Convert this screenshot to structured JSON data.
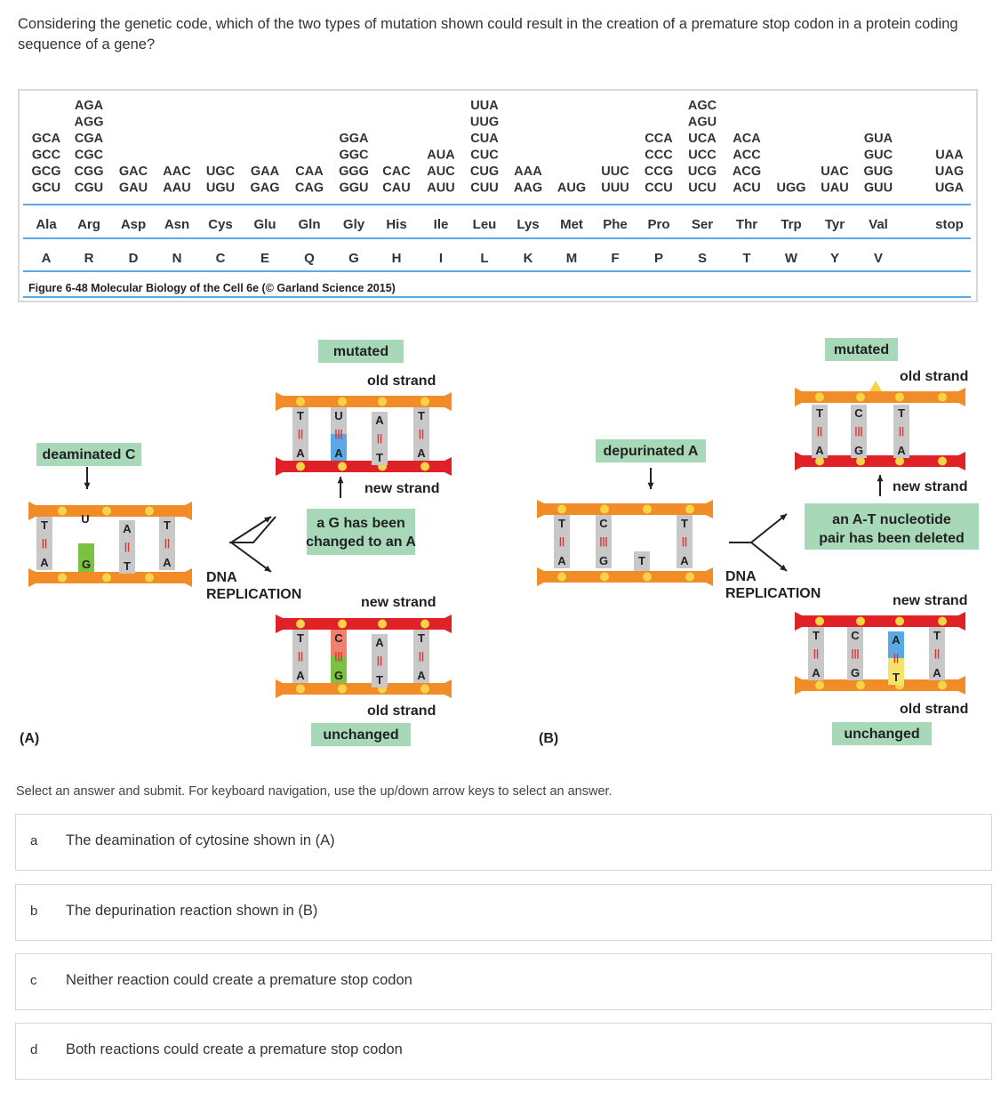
{
  "question": "Considering the genetic code, which of the two types of mutation shown could result in the creation of a premature stop codon in a protein coding sequence of a gene?",
  "codon_table": {
    "columns": [
      {
        "codons": [
          "GCA",
          "GCC",
          "GCG",
          "GCU"
        ],
        "aa": "Ala",
        "code": "A"
      },
      {
        "codons": [
          "AGA",
          "AGG",
          "CGA",
          "CGC",
          "CGG",
          "CGU"
        ],
        "aa": "Arg",
        "code": "R"
      },
      {
        "codons": [
          "GAC",
          "GAU"
        ],
        "aa": "Asp",
        "code": "D"
      },
      {
        "codons": [
          "AAC",
          "AAU"
        ],
        "aa": "Asn",
        "code": "N"
      },
      {
        "codons": [
          "UGC",
          "UGU"
        ],
        "aa": "Cys",
        "code": "C"
      },
      {
        "codons": [
          "GAA",
          "GAG"
        ],
        "aa": "Glu",
        "code": "E"
      },
      {
        "codons": [
          "CAA",
          "CAG"
        ],
        "aa": "Gln",
        "code": "Q"
      },
      {
        "codons": [
          "GGA",
          "GGC",
          "GGG",
          "GGU"
        ],
        "aa": "Gly",
        "code": "G"
      },
      {
        "codons": [
          "CAC",
          "CAU"
        ],
        "aa": "His",
        "code": "H"
      },
      {
        "codons": [
          "AUA",
          "AUC",
          "AUU"
        ],
        "aa": "Ile",
        "code": "I"
      },
      {
        "codons": [
          "UUA",
          "UUG",
          "CUA",
          "CUC",
          "CUG",
          "CUU"
        ],
        "aa": "Leu",
        "code": "L"
      },
      {
        "codons": [
          "AAA",
          "AAG"
        ],
        "aa": "Lys",
        "code": "K"
      },
      {
        "codons": [
          "AUG"
        ],
        "aa": "Met",
        "code": "M"
      },
      {
        "codons": [
          "UUC",
          "UUU"
        ],
        "aa": "Phe",
        "code": "F"
      },
      {
        "codons": [
          "CCA",
          "CCC",
          "CCG",
          "CCU"
        ],
        "aa": "Pro",
        "code": "P"
      },
      {
        "codons": [
          "AGC",
          "AGU",
          "UCA",
          "UCC",
          "UCG",
          "UCU"
        ],
        "aa": "Ser",
        "code": "S"
      },
      {
        "codons": [
          "ACA",
          "ACC",
          "ACG",
          "ACU"
        ],
        "aa": "Thr",
        "code": "T"
      },
      {
        "codons": [
          "UGG"
        ],
        "aa": "Trp",
        "code": "W"
      },
      {
        "codons": [
          "UAC",
          "UAU"
        ],
        "aa": "Tyr",
        "code": "Y"
      },
      {
        "codons": [
          "GUA",
          "GUC",
          "GUG",
          "GUU"
        ],
        "aa": "Val",
        "code": "V"
      },
      {
        "codons": [
          "UAA",
          "UAG",
          "UGA"
        ],
        "aa": "stop",
        "code": ""
      }
    ],
    "caption": "Figure 6-48 Molecular Biology of the Cell 6e (© Garland Science 2015)"
  },
  "diagram": {
    "panel_a": {
      "label": "(A)",
      "deaminated_label": "deaminated C",
      "mutated_label": "mutated",
      "unchanged_label": "unchanged",
      "old_strand": "old strand",
      "new_strand": "new strand",
      "note": [
        "a G has been",
        "changed to an A"
      ],
      "replication": [
        "DNA",
        "REPLICATION"
      ]
    },
    "panel_b": {
      "label": "(B)",
      "depurinated_label": "depurinated A",
      "mutated_label": "mutated",
      "unchanged_label": "unchanged",
      "old_strand": "old strand",
      "new_strand": "new strand",
      "note": [
        "an A-T nucleotide",
        "pair has been deleted"
      ],
      "replication": [
        "DNA",
        "REPLICATION"
      ]
    },
    "colors": {
      "old_strand": "#f28c28",
      "new_strand": "#e02127",
      "node": "#f5d547",
      "base_gray": "#c8c8c8",
      "mut_blue": "#5aa9e6",
      "green": "#7cc242",
      "label_bg": "#a7d8b8"
    }
  },
  "prompt": "Select an answer and submit. For keyboard navigation, use the up/down arrow keys to select an answer.",
  "options": [
    {
      "letter": "a",
      "text": "The deamination of cytosine shown in (A)"
    },
    {
      "letter": "b",
      "text": "The depurination reaction shown in (B)"
    },
    {
      "letter": "c",
      "text": "Neither reaction could create a premature stop codon"
    },
    {
      "letter": "d",
      "text": "Both reactions could create a premature stop codon"
    }
  ]
}
